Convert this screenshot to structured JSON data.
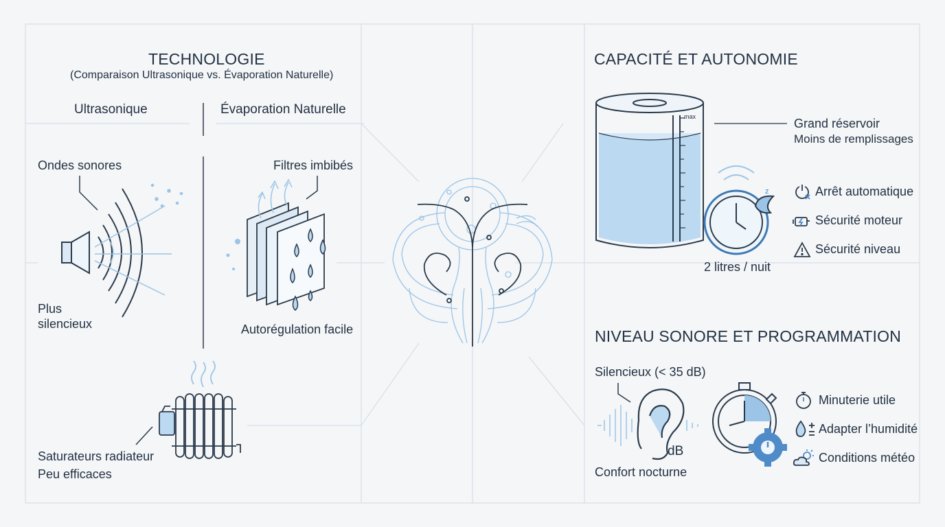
{
  "technology": {
    "title": "TECHNOLOGIE",
    "subtitle": "(Comparaison Ultrasonique vs. Évaporation Naturelle)",
    "ultrasonic": {
      "heading": "Ultrasonique",
      "callout": "Ondes sonores",
      "benefit_line1": "Plus",
      "benefit_line2": "silencieux"
    },
    "evaporation": {
      "heading": "Évaporation Naturelle",
      "callout": "Filtres imbibés",
      "benefit": "Autorégulation facile"
    },
    "radiator": {
      "line1": "Saturateurs radiateur",
      "line2": "Peu efficaces"
    }
  },
  "capacity": {
    "title": "CAPACITÉ ET AUTONOMIE",
    "tank_label1": "Grand réservoir",
    "tank_label2": "Moins de remplissages",
    "max_mark": "max",
    "duration": "2 litres / nuit",
    "night_marker": "z",
    "features": [
      {
        "icon": "auto-off-icon",
        "label": "Arrêt automatique"
      },
      {
        "icon": "motor-safety-icon",
        "label": "Sécurité moteur"
      },
      {
        "icon": "warning-icon",
        "label": "Sécurité niveau"
      }
    ]
  },
  "noise": {
    "title": "NIVEAU SONORE ET PROGRAMMATION",
    "quiet_label": "Silencieux (< 35 dB)",
    "db_label": "dB",
    "comfort": "Confort nocturne",
    "features": [
      {
        "icon": "timer-icon",
        "label": "Minuterie utile"
      },
      {
        "icon": "humidity-adjust-icon",
        "label": "Adapter l’humidité"
      },
      {
        "icon": "weather-icon",
        "label": "Conditions météo"
      }
    ]
  },
  "colors": {
    "background": "#f4f6f8",
    "line": "#2b3a4a",
    "accent_blue": "#9cc4e6",
    "water": "#bcd9f2",
    "grid": "#cfdbe6"
  }
}
